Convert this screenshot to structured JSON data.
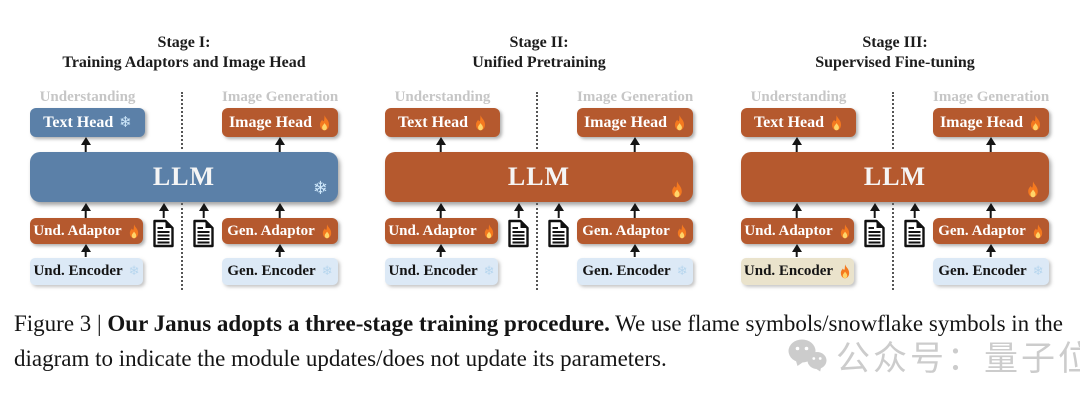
{
  "colors": {
    "trained_orange": "#B5592E",
    "frozen_blue": "#5B80A8",
    "encoder_frozen_blue": "#DCE9F6",
    "encoder_trained_beige": "#EAE3CC",
    "column_label_gray": "#C6C6C6"
  },
  "icons": {
    "snowflake_glyph": "❄",
    "flame": "flame-icon",
    "document": "document-icon",
    "wechat": "wechat-icon"
  },
  "stages": [
    {
      "title_line1": "Stage I:",
      "title_line2": "Training Adaptors and Image Head",
      "understanding_label": "Understanding",
      "generation_label": "Image Generation",
      "text_head": {
        "label": "Text Head",
        "state": "frozen"
      },
      "image_head": {
        "label": "Image Head",
        "state": "trained"
      },
      "llm": {
        "label": "LLM",
        "state": "frozen"
      },
      "und_adaptor": {
        "label": "Und. Adaptor",
        "state": "trained"
      },
      "gen_adaptor": {
        "label": "Gen. Adaptor",
        "state": "trained"
      },
      "und_encoder": {
        "label": "Und. Encoder",
        "state": "frozen"
      },
      "gen_encoder": {
        "label": "Gen. Encoder",
        "state": "frozen"
      }
    },
    {
      "title_line1": "Stage II:",
      "title_line2": "Unified Pretraining",
      "understanding_label": "Understanding",
      "generation_label": "Image Generation",
      "text_head": {
        "label": "Text Head",
        "state": "trained"
      },
      "image_head": {
        "label": "Image Head",
        "state": "trained"
      },
      "llm": {
        "label": "LLM",
        "state": "trained"
      },
      "und_adaptor": {
        "label": "Und. Adaptor",
        "state": "trained"
      },
      "gen_adaptor": {
        "label": "Gen. Adaptor",
        "state": "trained"
      },
      "und_encoder": {
        "label": "Und. Encoder",
        "state": "frozen"
      },
      "gen_encoder": {
        "label": "Gen. Encoder",
        "state": "frozen"
      }
    },
    {
      "title_line1": "Stage III:",
      "title_line2": "Supervised Fine-tuning",
      "understanding_label": "Understanding",
      "generation_label": "Image Generation",
      "text_head": {
        "label": "Text Head",
        "state": "trained"
      },
      "image_head": {
        "label": "Image Head",
        "state": "trained"
      },
      "llm": {
        "label": "LLM",
        "state": "trained"
      },
      "und_adaptor": {
        "label": "Und. Adaptor",
        "state": "trained"
      },
      "gen_adaptor": {
        "label": "Gen. Adaptor",
        "state": "trained"
      },
      "und_encoder": {
        "label": "Und. Encoder",
        "state": "trained"
      },
      "gen_encoder": {
        "label": "Gen. Encoder",
        "state": "frozen"
      }
    }
  ],
  "caption": {
    "figure_label": "Figure 3 | ",
    "bold_text": "Our Janus adopts a three-stage training procedure.",
    "body_text": " We use flame symbols/snowflake symbols in the diagram to indicate the module updates/does not update its parameters."
  },
  "watermark": {
    "text": "公众号：量子位"
  }
}
